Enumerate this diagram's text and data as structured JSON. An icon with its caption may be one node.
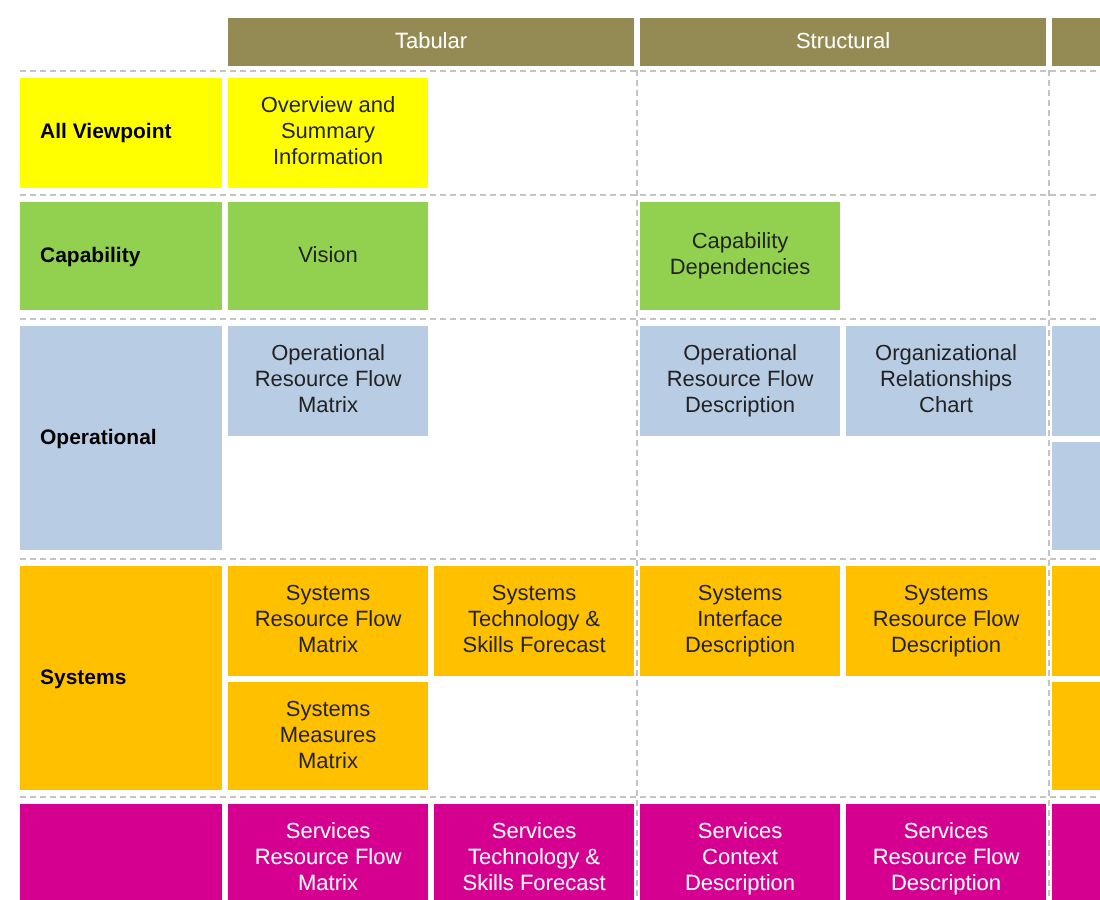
{
  "diagram": {
    "nodes": [
      {
        "text": [
          "Tabular"
        ]
      },
      {
        "text": [
          "Structural"
        ]
      },
      {
        "text": [],
        "shape": "box"
      },
      {
        "text": [
          "All Viewpoint"
        ]
      },
      {
        "text": [
          "Overview and Summary Information"
        ]
      },
      {
        "text": [
          "Capability"
        ]
      },
      {
        "text": [
          "Vision"
        ]
      },
      {
        "text": [
          "Capability Dependencies"
        ]
      },
      {
        "text": [
          "Operational"
        ]
      },
      {
        "text": [
          "Operational Resource Flow Matrix"
        ]
      },
      {
        "text": [
          "Operational Resource Flow Description"
        ]
      },
      {
        "text": [
          "Organizational Relationships Chart"
        ]
      },
      {
        "text": [],
        "shape": "box"
      },
      {
        "text": [],
        "shape": "box"
      },
      {
        "text": [
          "Systems"
        ]
      },
      {
        "text": [
          "Systems Resource Flow Matrix"
        ]
      },
      {
        "text": [
          "Systems Technology & Skills Forecast"
        ]
      },
      {
        "text": [
          "Systems Interface Description"
        ]
      },
      {
        "text": [
          "Systems Resource Flow Description"
        ]
      },
      {
        "text": [],
        "shape": "box"
      },
      {
        "text": [
          "Systems Measures Matrix"
        ]
      },
      {
        "text": [],
        "shape": "box"
      },
      {
        "text": [],
        "shape": "box"
      },
      {
        "text": [
          "Services Resource Flow Matrix"
        ]
      },
      {
        "text": [
          "Services Technology & Skills Forecast"
        ]
      },
      {
        "text": [
          "Services Context Description"
        ]
      },
      {
        "text": [
          "Services Resource Flow Description"
        ]
      },
      {
        "text": [],
        "shape": "box"
      }
    ],
    "edges": []
  }
}
